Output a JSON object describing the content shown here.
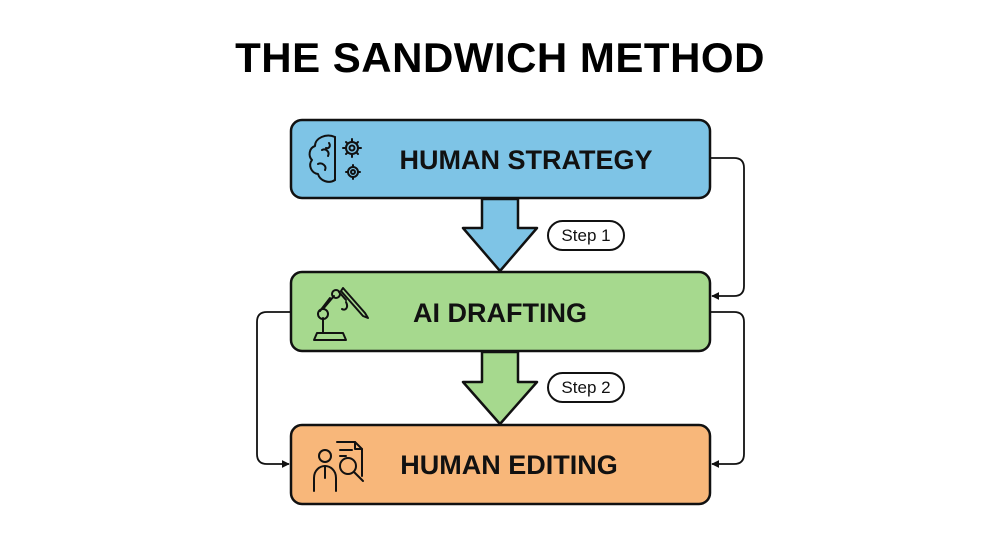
{
  "title": "THE SANDWICH METHOD",
  "boxes": [
    {
      "label": "HUMAN STRATEGY",
      "icon": "brain-gear-icon",
      "color": "#7ec4e6"
    },
    {
      "label": "AI DRAFTING",
      "icon": "robot-arm-pen-icon",
      "color": "#a6d98e"
    },
    {
      "label": "HUMAN EDITING",
      "icon": "person-document-magnifier-icon",
      "color": "#f8b77a"
    }
  ],
  "steps": [
    {
      "label": "Step 1"
    },
    {
      "label": "Step 2"
    }
  ]
}
